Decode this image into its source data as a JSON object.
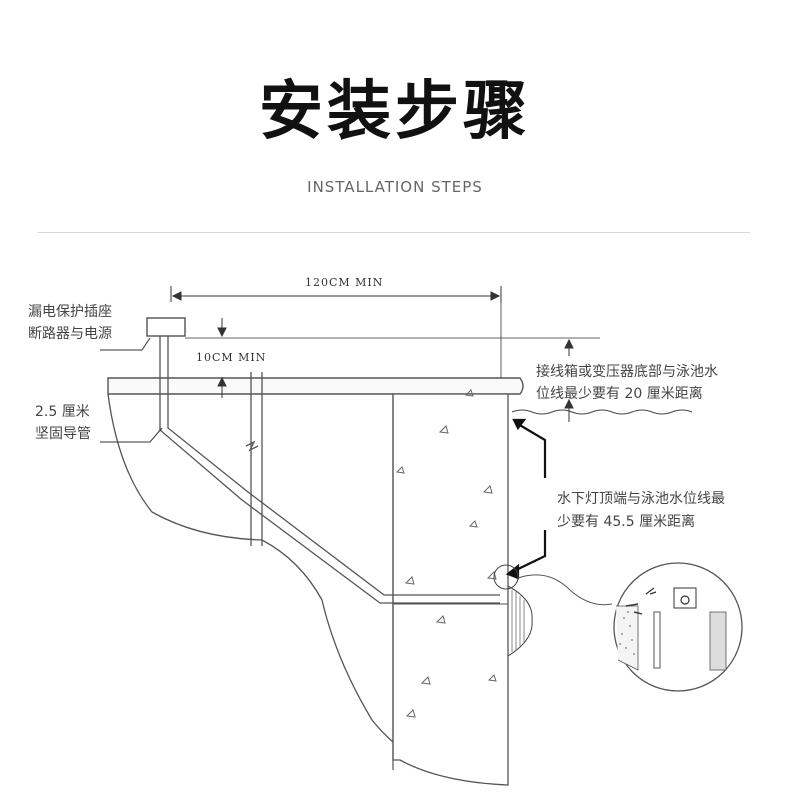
{
  "header": {
    "title": "安装步骤",
    "subtitle": "INSTALLATION STEPS"
  },
  "dimensions": {
    "width_label": "120CM MIN",
    "height_label": "10CM MIN"
  },
  "labels": {
    "power_line1": "漏电保护插座",
    "power_line2": "断路器与电源",
    "conduit_line1": "2.5 厘米",
    "conduit_line2": "坚固导管",
    "junction_line1": "接线箱或变压器底部与泳池水",
    "junction_line2": "位线最少要有 20 厘米距离",
    "light_line1": "水下灯顶端与泳池水位线最",
    "light_line2": "少要有 45.5 厘米距离"
  }
}
